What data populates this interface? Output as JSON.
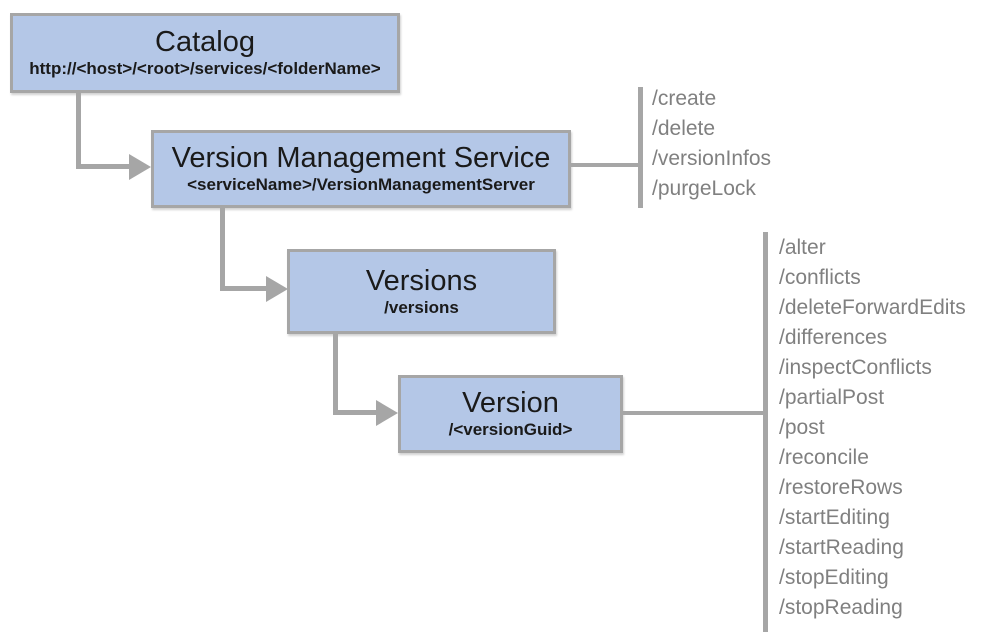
{
  "diagram": {
    "catalog": {
      "title": "Catalog",
      "subtitle": "http://<host>/<root>/services/<folderName>"
    },
    "vms": {
      "title": "Version Management Service",
      "subtitle": "<serviceName>/VersionManagementServer"
    },
    "versions": {
      "title": "Versions",
      "subtitle": "/versions"
    },
    "version": {
      "title": "Version",
      "subtitle": "/<versionGuid>"
    },
    "vms_operations": [
      "/create",
      "/delete",
      "/versionInfos",
      "/purgeLock"
    ],
    "version_operations": [
      "/alter",
      "/conflicts",
      "/deleteForwardEdits",
      "/differences",
      "/inspectConflicts",
      "/partialPost",
      "/post",
      "/reconcile",
      "/restoreRows",
      "/startEditing",
      "/startReading",
      "/stopEditing",
      "/stopReading"
    ],
    "colors": {
      "node_fill": "#b4c7e7",
      "node_border": "#a6a6a6",
      "connector": "#a6a6a6",
      "operation_text": "#808080",
      "title_text": "#1a1a1a"
    }
  }
}
